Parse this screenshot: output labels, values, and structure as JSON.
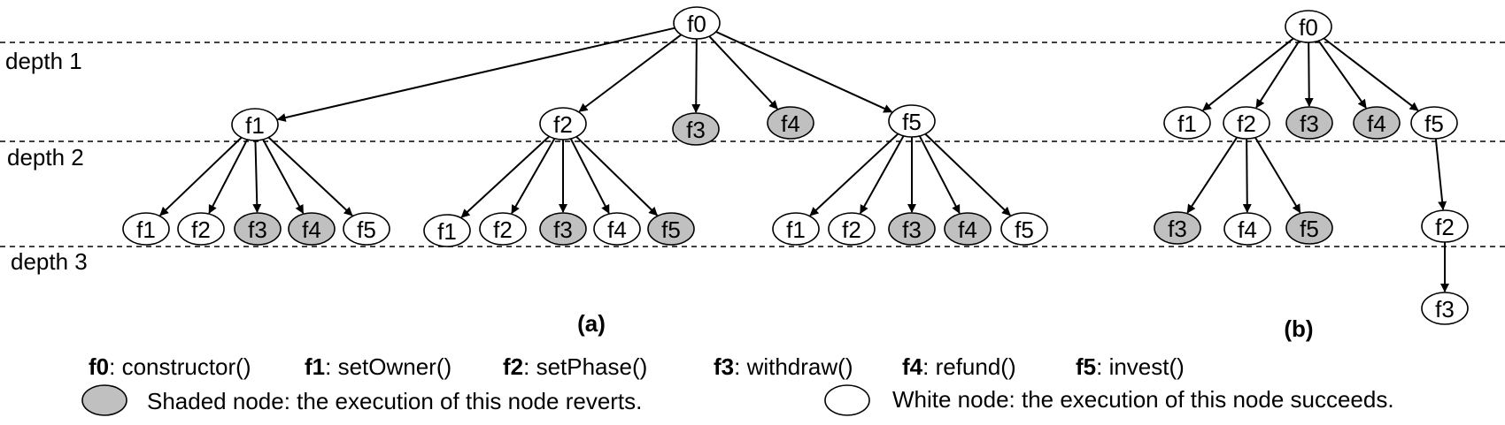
{
  "colors": {
    "shaded": "#c0c0c0",
    "white": "#ffffff",
    "stroke": "#000000"
  },
  "depth_labels": [
    "depth 1",
    "depth 2",
    "depth 3"
  ],
  "panel_labels": {
    "a": "(a)",
    "b": "(b)"
  },
  "tree_a": {
    "root": {
      "id": "a-f0",
      "label": "f0",
      "shaded": false
    },
    "depth1": [
      {
        "id": "a-f1",
        "label": "f1",
        "shaded": false,
        "children": [
          {
            "id": "a-f1-f1",
            "label": "f1",
            "shaded": false
          },
          {
            "id": "a-f1-f2",
            "label": "f2",
            "shaded": false
          },
          {
            "id": "a-f1-f3",
            "label": "f3",
            "shaded": true
          },
          {
            "id": "a-f1-f4",
            "label": "f4",
            "shaded": true
          },
          {
            "id": "a-f1-f5",
            "label": "f5",
            "shaded": false
          }
        ]
      },
      {
        "id": "a-f2",
        "label": "f2",
        "shaded": false,
        "children": [
          {
            "id": "a-f2-f1",
            "label": "f1",
            "shaded": false
          },
          {
            "id": "a-f2-f2",
            "label": "f2",
            "shaded": false
          },
          {
            "id": "a-f2-f3",
            "label": "f3",
            "shaded": true
          },
          {
            "id": "a-f2-f4",
            "label": "f4",
            "shaded": false
          },
          {
            "id": "a-f2-f5",
            "label": "f5",
            "shaded": true
          }
        ]
      },
      {
        "id": "a-f3",
        "label": "f3",
        "shaded": true,
        "children": []
      },
      {
        "id": "a-f4",
        "label": "f4",
        "shaded": true,
        "children": []
      },
      {
        "id": "a-f5",
        "label": "f5",
        "shaded": false,
        "children": [
          {
            "id": "a-f5-f1",
            "label": "f1",
            "shaded": false
          },
          {
            "id": "a-f5-f2",
            "label": "f2",
            "shaded": false
          },
          {
            "id": "a-f5-f3",
            "label": "f3",
            "shaded": true
          },
          {
            "id": "a-f5-f4",
            "label": "f4",
            "shaded": true
          },
          {
            "id": "a-f5-f5",
            "label": "f5",
            "shaded": false
          }
        ]
      }
    ]
  },
  "tree_b": {
    "root": {
      "id": "b-f0",
      "label": "f0",
      "shaded": false
    },
    "depth1": [
      {
        "id": "b-f1",
        "label": "f1",
        "shaded": false,
        "children": []
      },
      {
        "id": "b-f2",
        "label": "f2",
        "shaded": false,
        "children": [
          {
            "id": "b-f2-f3",
            "label": "f3",
            "shaded": true
          },
          {
            "id": "b-f2-f4",
            "label": "f4",
            "shaded": false
          },
          {
            "id": "b-f2-f5",
            "label": "f5",
            "shaded": true
          }
        ]
      },
      {
        "id": "b-f3",
        "label": "f3",
        "shaded": true,
        "children": []
      },
      {
        "id": "b-f4",
        "label": "f4",
        "shaded": true,
        "children": []
      },
      {
        "id": "b-f5",
        "label": "f5",
        "shaded": false,
        "children": [
          {
            "id": "b-f5-f2",
            "label": "f2",
            "shaded": false
          }
        ]
      }
    ],
    "depth3": {
      "id": "b-f5-f2-f3",
      "label": "f3",
      "shaded": false,
      "parent": "b-f5-f2"
    }
  },
  "function_key": [
    {
      "id": "f0",
      "key": "f0",
      "desc": ": constructor()"
    },
    {
      "id": "f1",
      "key": "f1",
      "desc": ": setOwner()"
    },
    {
      "id": "f2",
      "key": "f2",
      "desc": ": setPhase()"
    },
    {
      "id": "f3",
      "key": "f3",
      "desc": ": withdraw()"
    },
    {
      "id": "f4",
      "key": "f4",
      "desc": ": refund()"
    },
    {
      "id": "f5",
      "key": "f5",
      "desc": ": invest()"
    }
  ],
  "legend": {
    "shaded": "Shaded node: the execution of this node reverts.",
    "white": "White node: the execution of this node succeeds."
  }
}
